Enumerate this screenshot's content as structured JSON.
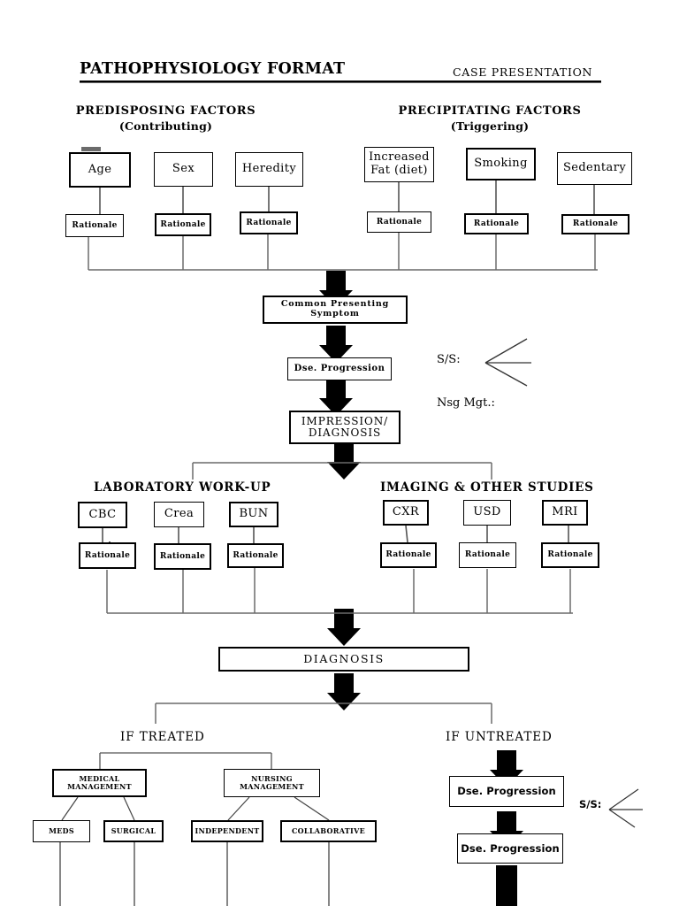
{
  "header": {
    "title": "PATHOPHYSIOLOGY FORMAT",
    "subtitle": "CASE PRESENTATION"
  },
  "columns": {
    "left": {
      "title": "PREDISPOSING FACTORS",
      "subtitle": "(Contributing)"
    },
    "right": {
      "title": "PRECIPITATING FACTORS",
      "subtitle": "(Triggering)"
    }
  },
  "factors": {
    "predisposing": [
      {
        "label": "Age",
        "rationale": "Rationale"
      },
      {
        "label": "Sex",
        "rationale": "Rationale"
      },
      {
        "label": "Heredity",
        "rationale": "Rationale"
      }
    ],
    "precipitating": [
      {
        "label": "Increased\nFat (diet)",
        "rationale": "Rationale"
      },
      {
        "label": "Smoking",
        "rationale": "Rationale"
      },
      {
        "label": "Sedentary",
        "rationale": "Rationale"
      }
    ]
  },
  "spine": {
    "common_symptom": "Common Presenting\nSymptom",
    "dse_progression": "Dse. Progression",
    "impression": "IMPRESSION/\nDIAGNOSIS",
    "diagnosis": "DIAGNOSIS"
  },
  "annotations": {
    "signs_symptoms": "S/S:",
    "nursing_mgt": "Nsg Mgt.:",
    "signs_symptoms_lower": "S/S:"
  },
  "workup": {
    "laboratory": {
      "heading": "LABORATORY  WORK-UP",
      "tests": [
        {
          "label": "CBC",
          "rationale": "Rationale"
        },
        {
          "label": "Crea",
          "rationale": "Rationale"
        },
        {
          "label": "BUN",
          "rationale": "Rationale"
        }
      ]
    },
    "imaging": {
      "heading": "IMAGING & OTHER STUDIES",
      "tests": [
        {
          "label": "CXR",
          "rationale": "Rationale"
        },
        {
          "label": "USD",
          "rationale": "Rationale"
        },
        {
          "label": "MRI",
          "rationale": "Rationale"
        }
      ]
    }
  },
  "outcomes": {
    "treated": {
      "label": "IF TREATED",
      "branches": [
        {
          "label": "MEDICAL\nMANAGEMENT",
          "children": [
            "MEDS",
            "SURGICAL"
          ]
        },
        {
          "label": "NURSING\nMANAGEMENT",
          "children": [
            "INDEPENDENT",
            "COLLABORATIVE"
          ]
        }
      ]
    },
    "untreated": {
      "label": "IF  UNTREATED",
      "steps": [
        "Dse. Progression",
        "Dse. Progression"
      ]
    }
  },
  "colors": {
    "ink": "#000000",
    "paper": "#ffffff",
    "connector": "#4a4a4a"
  }
}
